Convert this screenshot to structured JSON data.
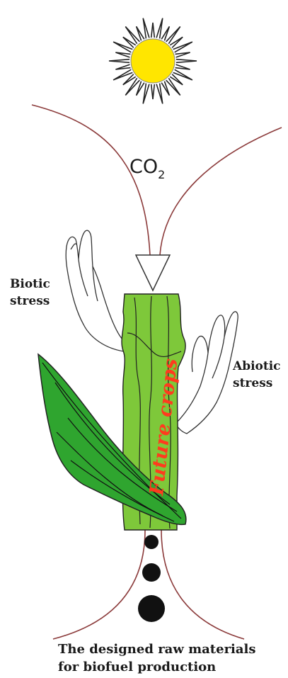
{
  "labels": {
    "co2_main": "CO",
    "co2_sub": "2",
    "biotic_line1": "Biotic",
    "biotic_line2": "stress",
    "abiotic_line1": "Abiotic",
    "abiotic_line2": "stress",
    "crop_text": "Future crops",
    "caption_line1": "The designed raw materials",
    "caption_line2": "for biofuel production"
  },
  "colors": {
    "sun": "#ffe600",
    "sun_rays": "#222222",
    "curve": "#8b3a3a",
    "stem": "#7ec83a",
    "leaf": "#2fa52f",
    "crop_text": "#ff3b1e",
    "droplets": "#111111"
  },
  "icons": {
    "sun": "sun-icon",
    "co2_arrow": "down-arrow-icon",
    "biotic_hand": "hand-icon",
    "abiotic_hand": "hand-icon",
    "droplets": "droplet-icon"
  }
}
